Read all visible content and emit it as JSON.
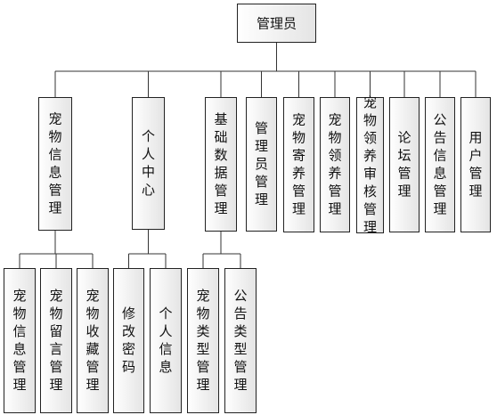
{
  "root": {
    "id": "admin",
    "label": "管理员"
  },
  "modules": [
    {
      "id": "pet-info-mgmt",
      "label": "宠物信息管理",
      "children": [
        {
          "id": "pet-info-mgmt-sub",
          "label": "宠物信息管理"
        },
        {
          "id": "pet-message-mgmt",
          "label": "宠物留言管理"
        },
        {
          "id": "pet-favorite-mgmt",
          "label": "宠物收藏管理"
        }
      ]
    },
    {
      "id": "personal-center",
      "label": "个人中心",
      "children": [
        {
          "id": "change-password",
          "label": "修改密码"
        },
        {
          "id": "personal-info",
          "label": "个人信息"
        }
      ]
    },
    {
      "id": "base-data-mgmt",
      "label": "基础数据管理",
      "children": [
        {
          "id": "pet-type-mgmt",
          "label": "宠物类型管理"
        },
        {
          "id": "notice-type-mgmt",
          "label": "公告类型管理"
        }
      ]
    },
    {
      "id": "admin-mgmt",
      "label": "管理员管理",
      "children": []
    },
    {
      "id": "pet-foster-mgmt",
      "label": "宠物寄养管理",
      "children": []
    },
    {
      "id": "pet-adoption-mgmt",
      "label": "宠物领养管理",
      "children": []
    },
    {
      "id": "pet-adoption-review-mgmt",
      "label": "宠物领养审核管理",
      "children": []
    },
    {
      "id": "forum-mgmt",
      "label": "论坛管理",
      "children": []
    },
    {
      "id": "notice-info-mgmt",
      "label": "公告信息管理",
      "children": []
    },
    {
      "id": "user-mgmt",
      "label": "用户管理",
      "children": []
    }
  ]
}
